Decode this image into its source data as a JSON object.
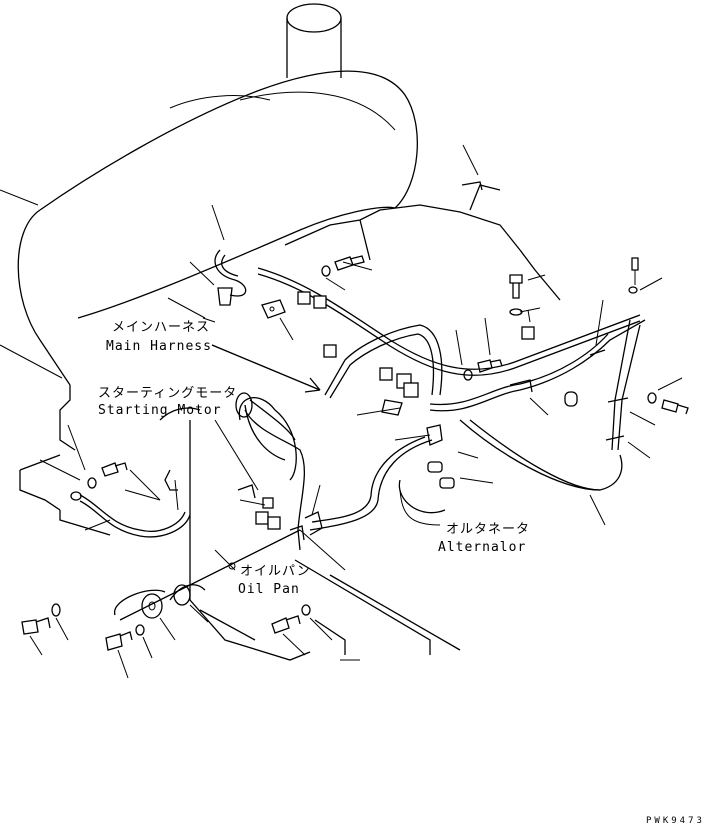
{
  "labels": {
    "main_harness_jp": "メインハーネス",
    "main_harness_en": "Main Harness",
    "starting_motor_jp": "スターティングモータ",
    "starting_motor_en": "Starting Motor",
    "alternator_jp": "オルタネータ",
    "alternator_en": "Alternalor",
    "oil_pan_jp": "オイルパン",
    "oil_pan_en": "Oil Pan"
  },
  "drawing_code": "PWK9473"
}
